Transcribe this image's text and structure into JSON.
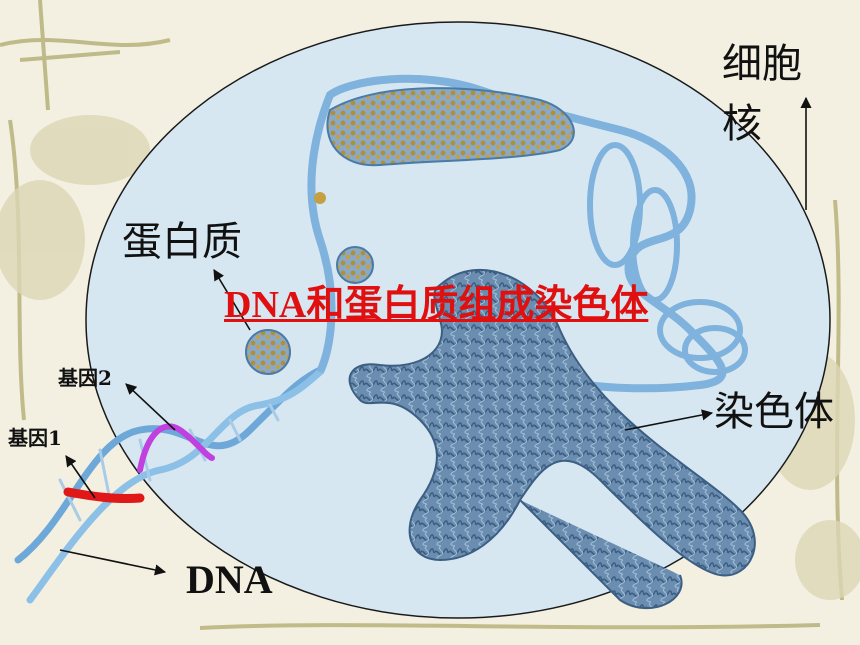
{
  "labels": {
    "nucleus_line1": "细胞",
    "nucleus_line2": "核",
    "protein": "蛋白质",
    "title": "DNA和蛋白质组成染色体",
    "gene2": "基因2",
    "gene1": "基因1",
    "chromosome": "染色体",
    "dna": "DNA"
  },
  "colors": {
    "background": "#f3f0e2",
    "nucleus_fill": "#d6e7f2",
    "helix": "#6ea8d8",
    "chromosome": "#5c82a8",
    "gene1": "#e01818",
    "gene2": "#c040e0",
    "title": "#e01010",
    "protein_bead": "#b09030"
  },
  "icons": [
    "arrow-icon",
    "decorative-vine-border"
  ]
}
